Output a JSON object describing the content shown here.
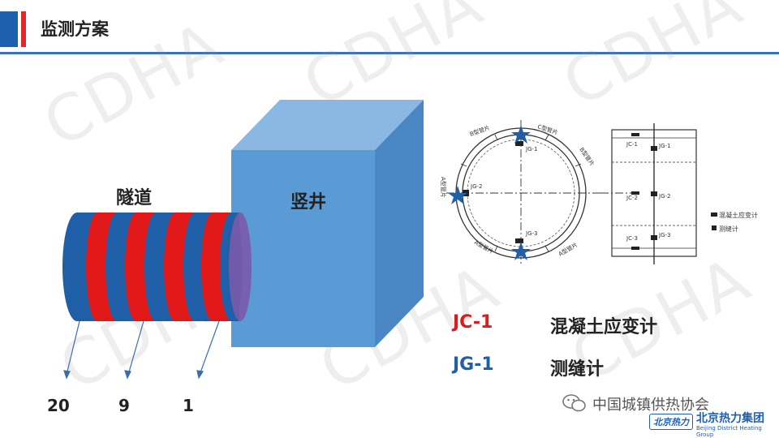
{
  "header": {
    "title": "监测方案"
  },
  "watermark": "CDHA",
  "diagram": {
    "tunnel_label": "隧道",
    "shaft_label": "竖井",
    "ring_numbers": [
      "20",
      "9",
      "1"
    ]
  },
  "section_drawing": {
    "segment_labels": [
      "B型管片",
      "C型管片",
      "B型管片",
      "A型管片",
      "A型管片",
      "A型管片"
    ],
    "gauge_labels": [
      "JG-1",
      "JG-2",
      "JG-3"
    ],
    "side_labels_left": [
      "JC-1",
      "JC-2",
      "JC-3"
    ],
    "side_labels_right": [
      "JG-1",
      "JG-2",
      "JG-3"
    ],
    "small_legend": [
      "混凝土应变计",
      "测缝计"
    ]
  },
  "legend": [
    {
      "code": "JC-1",
      "text": "混凝土应变计",
      "color": "#d91c1c"
    },
    {
      "code": "JG-1",
      "text": "测缝计",
      "color": "#1f5fa8"
    }
  ],
  "footer": {
    "wechat_name": "中国城镇供热协会",
    "logo_mark": "北京热力",
    "logo_name": "北京热力集团",
    "logo_sub": "Beijing District Heating Group"
  },
  "colors": {
    "accent_blue": "#1f5fb0",
    "accent_red": "#e3262b",
    "shaft_blue": "#5b9bd5"
  }
}
